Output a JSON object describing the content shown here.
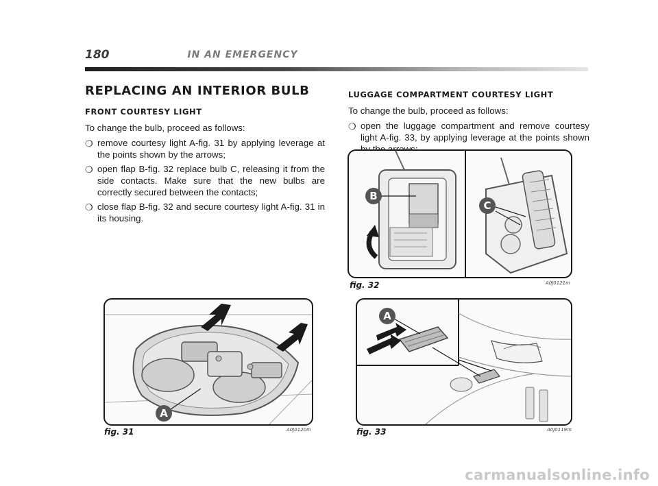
{
  "header": {
    "page_number": "180",
    "section_title": "IN AN EMERGENCY"
  },
  "left_column": {
    "heading": "REPLACING AN INTERIOR BULB",
    "subheading": "FRONT COURTESY LIGHT",
    "intro": "To change the bulb, proceed as follows:",
    "steps": [
      "remove courtesy light A-fig. 31 by applying leverage at the points shown by the arrows;",
      "open flap B-fig. 32 replace bulb C, releasing it from the side contacts. Make sure that the new bulbs are correctly secured between the contacts;",
      "close flap B-fig. 32 and secure courtesy light A-fig. 31 in its housing."
    ]
  },
  "right_column": {
    "subheading": "LUGGAGE COMPARTMENT COURTESY LIGHT",
    "intro": "To change the bulb, proceed as follows:",
    "steps": [
      "open the luggage compartment and remove courtesy light A-fig. 33, by applying leverage at the points shown by the arrows;"
    ]
  },
  "bullet_symbol": "❍",
  "figures": {
    "fig31": {
      "caption": "fig. 31",
      "code": "A0J0120m",
      "callout": "A"
    },
    "fig32": {
      "caption": "fig. 32",
      "code": "A0J0121m",
      "callouts": [
        "B",
        "C"
      ]
    },
    "fig33": {
      "caption": "fig. 33",
      "code": "A0J0119m",
      "callout": "A"
    }
  },
  "watermark": "carmanualsonline.info",
  "colors": {
    "text": "#1a1a1a",
    "header_gray": "#7a7a7a",
    "callout_fill": "#555555"
  }
}
